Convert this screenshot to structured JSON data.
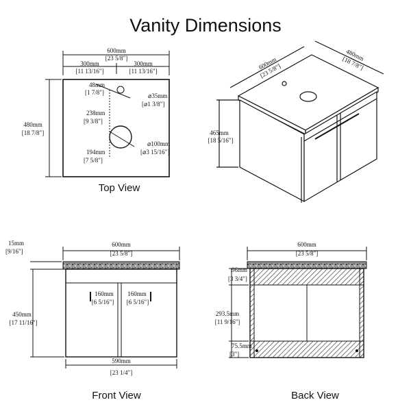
{
  "title": "Vanity Dimensions",
  "captions": {
    "top": "Top View",
    "front": "Front View",
    "back": "Back View"
  },
  "top_view": {
    "width": "600mm",
    "width_in": "[23 5/8\"]",
    "half_left": "300mm",
    "half_left_in": "[11 13/16\"]",
    "half_right": "300mm",
    "half_right_in": "[11 13/16\"]",
    "depth": "480mm",
    "depth_in": "[18 7/8\"]",
    "hole_offset": "48mm",
    "hole_offset_in": "[1 7/8\"]",
    "hole_dia": "⌀35mm",
    "hole_dia_in": "[⌀1 3/8\"]",
    "drain_offset": "238mm",
    "drain_offset_in": "[9 3/8\"]",
    "drain_dia": "⌀100mm",
    "drain_dia_in": "[⌀3 15/16\"]",
    "rear_offset": "194mm",
    "rear_offset_in": "[7 5/8\"]"
  },
  "iso_view": {
    "width": "600mm",
    "width_in": "[23 5/8\"]",
    "depth": "480mm",
    "depth_in": "[18 7/8\"]",
    "height": "465mm",
    "height_in": "[18 5/16\"]"
  },
  "front_view": {
    "top_thick": "15mm",
    "top_thick_in": "[9/16\"]",
    "width": "600mm",
    "width_in": "[23 5/8\"]",
    "handle_left": "160mm",
    "handle_left_in": "[6 5/16\"]",
    "handle_right": "160mm",
    "handle_right_in": "[6 5/16\"]",
    "height": "450mm",
    "height_in": "[17 11/16\"]",
    "body_width": "590mm",
    "body_width_in": "[23 1/4\"]"
  },
  "back_view": {
    "width": "600mm",
    "width_in": "[23 5/8\"]",
    "top_rail": "96mm",
    "top_rail_in": "[3 3/4\"]",
    "opening": "293.5mm",
    "opening_in": "[11 9/16\"]",
    "bottom_rail": "75.5mm",
    "bottom_rail_in": "[3\"]"
  }
}
